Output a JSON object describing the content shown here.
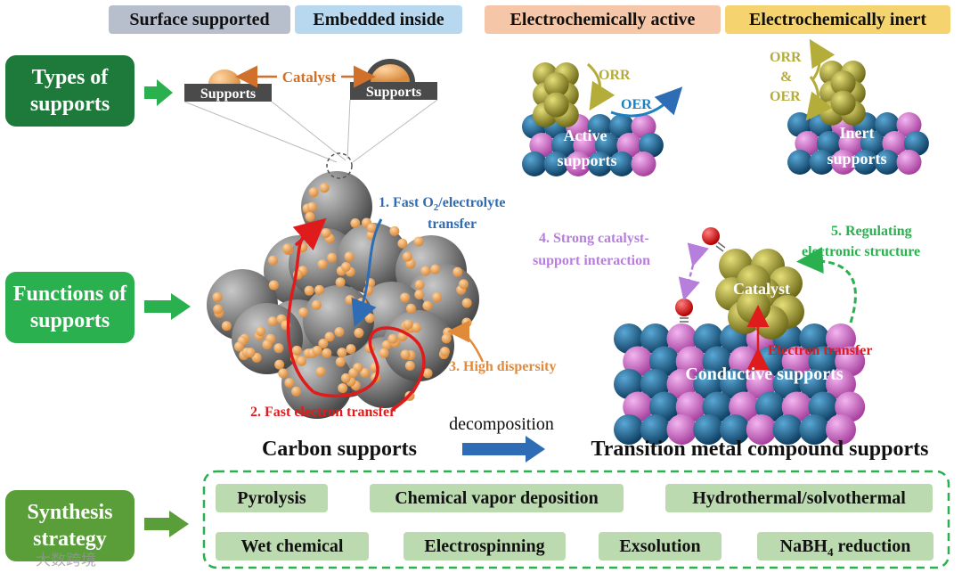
{
  "legend": {
    "surface_supported": "Surface supported",
    "embedded_inside": "Embedded inside",
    "electrochemically_active": "Electrochemically active",
    "electrochemically_inert": "Electrochemically inert"
  },
  "colors": {
    "surface": "#b7bfcc",
    "embedded": "#b8d8ef",
    "active": "#f5c6a8",
    "inert": "#f5d36e",
    "dark_green": "#1e7a3a",
    "mid_green": "#2ab04f",
    "light_green": "#5a9e3a",
    "pill": "#bcdab0",
    "catalyst_orange": "#e8a45a",
    "gold_atom": "#b5ad3a",
    "blue_atom": "#1f6fa0",
    "pink_atom": "#d873d6",
    "red_path": "#e01b1b",
    "blue_arrow": "#2e6db5"
  },
  "sections": {
    "types": "Types of supports",
    "functions": "Functions of supports",
    "synthesis": "Synthesis strategy"
  },
  "types_panel": {
    "catalyst": "Catalyst",
    "supports_left": "Supports",
    "supports_right": "Supports",
    "orr": "ORR",
    "oer": "OER",
    "active_supports_l1": "Active",
    "active_supports_l2": "supports",
    "orr_inert": "ORR",
    "amp": "&",
    "oer_inert": "OER",
    "inert_supports_l1": "Inert",
    "inert_supports_l2": "supports"
  },
  "functions_panel": {
    "f1_l1": "1. Fast O",
    "f1_sub": "2",
    "f1_l1b": "/electrolyte",
    "f1_l2": "transfer",
    "f2": "2. Fast electron transfer",
    "f3": "3. High dispersity",
    "f4_l1": "4. Strong catalyst-",
    "f4_l2": "support interaction",
    "f5_l1": "5. Regulating",
    "f5_l2": "electronic structure",
    "catalyst": "Catalyst",
    "electron_transfer": "Electron transfer",
    "conductive_supports": "Conductive supports",
    "carbon_supports": "Carbon supports",
    "decomposition": "decomposition",
    "tm_supports": "Transition metal compound supports"
  },
  "synthesis_methods": {
    "pyrolysis": "Pyrolysis",
    "cvd": "Chemical vapor deposition",
    "hydrothermal": "Hydrothermal/solvothermal",
    "wet": "Wet chemical",
    "electrospinning": "Electrospinning",
    "exsolution": "Exsolution",
    "nabh4_a": "NaBH",
    "nabh4_sub": "4",
    "nabh4_b": " reduction"
  },
  "watermark": "大数跨境"
}
